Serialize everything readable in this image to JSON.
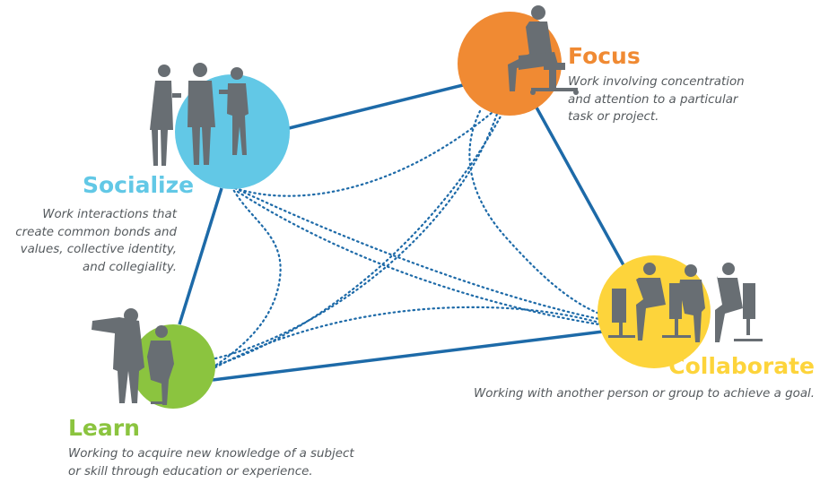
{
  "colors": {
    "focus": "#f08a33",
    "socialize": "#62c8e6",
    "learn": "#8bc43f",
    "collaborate": "#fdd43b",
    "connector": "#1d6aa8",
    "silhouette": "#686e73",
    "description_text": "#555a5e"
  },
  "modes": {
    "focus": {
      "title": "Focus",
      "description_lines": [
        "Work involving concentration",
        "and attention to a particular",
        "task or project."
      ],
      "icon": "seated-person-silhouette"
    },
    "socialize": {
      "title": "Socialize",
      "description_lines": [
        "Work interactions that",
        "create common bonds and",
        "values, collective identity,",
        "and collegiality."
      ],
      "icon": "standing-group-silhouette"
    },
    "learn": {
      "title": "Learn",
      "description_lines": [
        "Working to acquire new knowledge of a subject",
        "or skill through education or experience."
      ],
      "icon": "presenter-silhouette"
    },
    "collaborate": {
      "title": "Collaborate",
      "description_lines": [
        "Working with another person or group to achieve a goal."
      ],
      "icon": "seated-group-silhouette"
    }
  }
}
